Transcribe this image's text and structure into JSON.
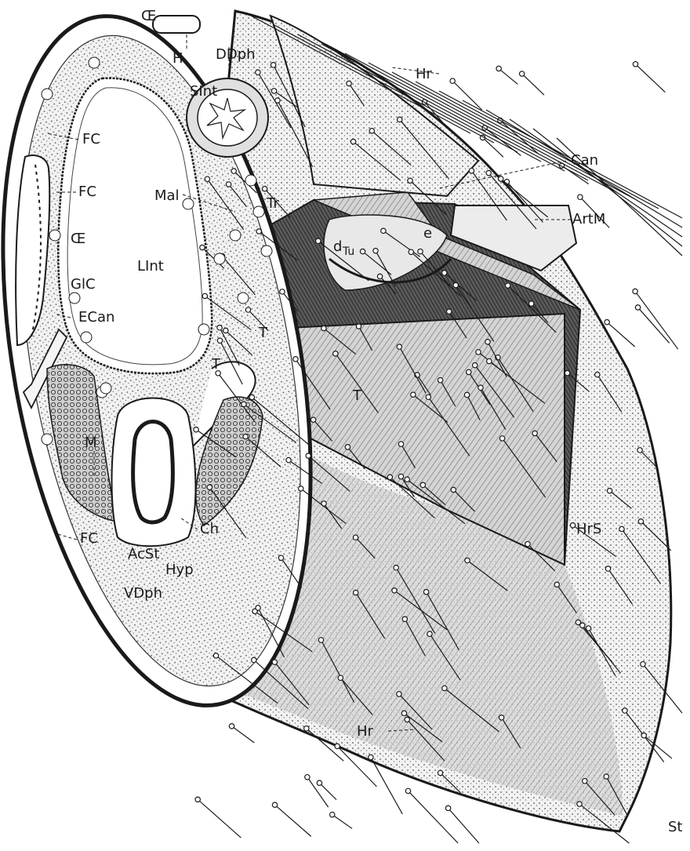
{
  "figure": {
    "labels": {
      "oe_top": "Œ",
      "h": "H",
      "ddph": "DDph",
      "sint": "SInt",
      "hr_top": "Hr",
      "can": "Can",
      "fc_1": "FC",
      "fc_2": "FC",
      "mal": "Mal",
      "tr": "Tr",
      "artm": "ArtM",
      "oe_left": "Œ",
      "lint": "LInt",
      "d": "d",
      "tu": "Tu",
      "e": "e",
      "glc": "GlC",
      "ecan": "ECan",
      "t_1": "T",
      "t_2": "T",
      "t_3": "T",
      "m": "M",
      "ch": "Ch",
      "fc_3": "FC",
      "acst": "AcSt",
      "hyp": "Hyp",
      "hrs": "HrS",
      "vdph": "VDph",
      "hr_bottom": "Hr",
      "st": "St"
    }
  },
  "colors": {
    "ink": "#1a1a1a",
    "paper": "#ffffff",
    "shade_light": "#d9d9d9",
    "shade_mid": "#9a9a9a",
    "shade_dark": "#4a4a4a"
  }
}
